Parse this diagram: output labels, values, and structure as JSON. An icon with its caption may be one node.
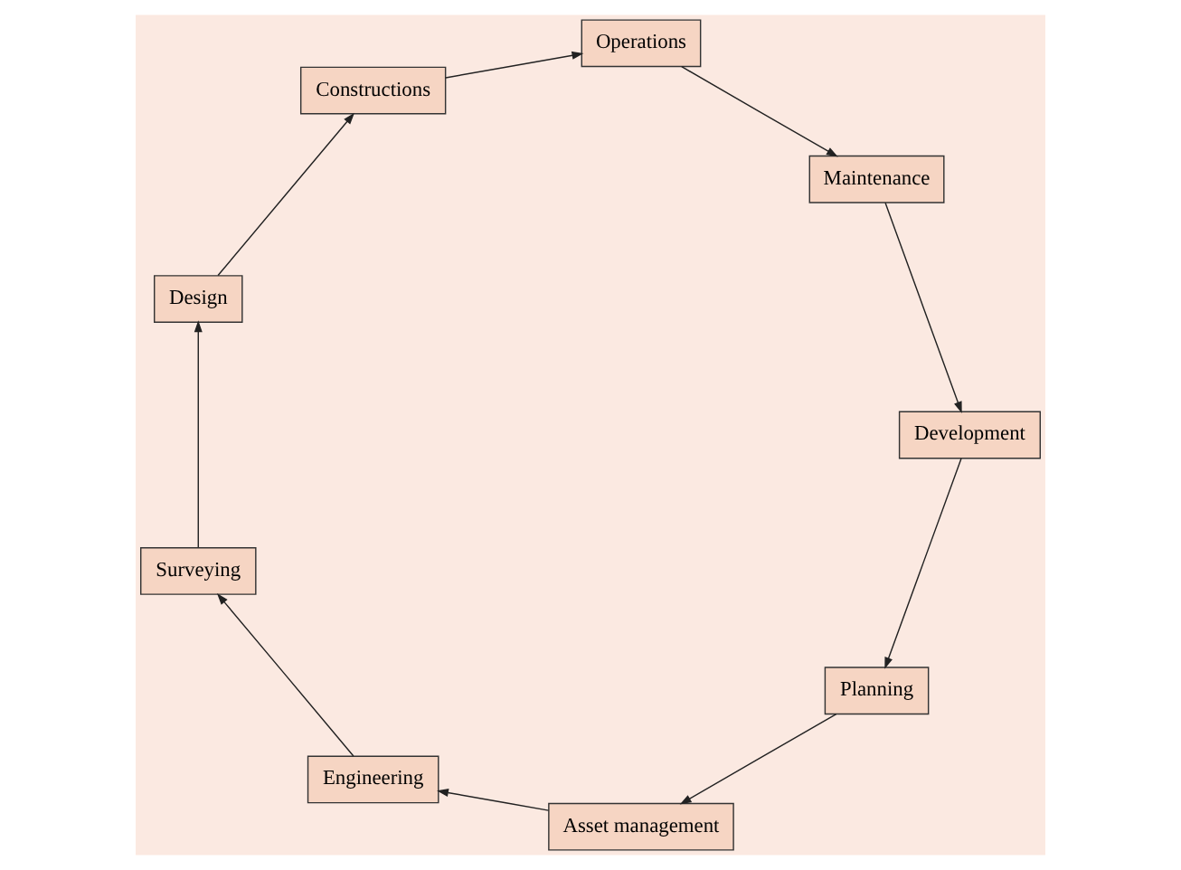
{
  "diagram": {
    "nodes": [
      {
        "text": [
          "Planning"
        ]
      },
      {
        "text": [
          "Asset management"
        ]
      },
      {
        "text": [
          "Engineering"
        ]
      },
      {
        "text": [
          "Surveying"
        ]
      },
      {
        "text": [
          "Design"
        ]
      },
      {
        "text": [
          "Constructions"
        ]
      },
      {
        "text": [
          "Operations"
        ]
      },
      {
        "text": [
          "Maintenance"
        ]
      },
      {
        "text": [
          "Development"
        ]
      }
    ],
    "edges": [
      {
        "from": 0,
        "to": 1,
        "arrow": "to"
      },
      {
        "from": 1,
        "to": 2,
        "arrow": "to"
      },
      {
        "from": 2,
        "to": 3,
        "arrow": "to"
      },
      {
        "from": 3,
        "to": 4,
        "arrow": "to"
      },
      {
        "from": 4,
        "to": 5,
        "arrow": "to"
      },
      {
        "from": 5,
        "to": 6,
        "arrow": "to"
      },
      {
        "from": 6,
        "to": 7,
        "arrow": "to"
      },
      {
        "from": 7,
        "to": 8,
        "arrow": "to"
      },
      {
        "from": 8,
        "to": 0,
        "arrow": "to"
      }
    ]
  }
}
